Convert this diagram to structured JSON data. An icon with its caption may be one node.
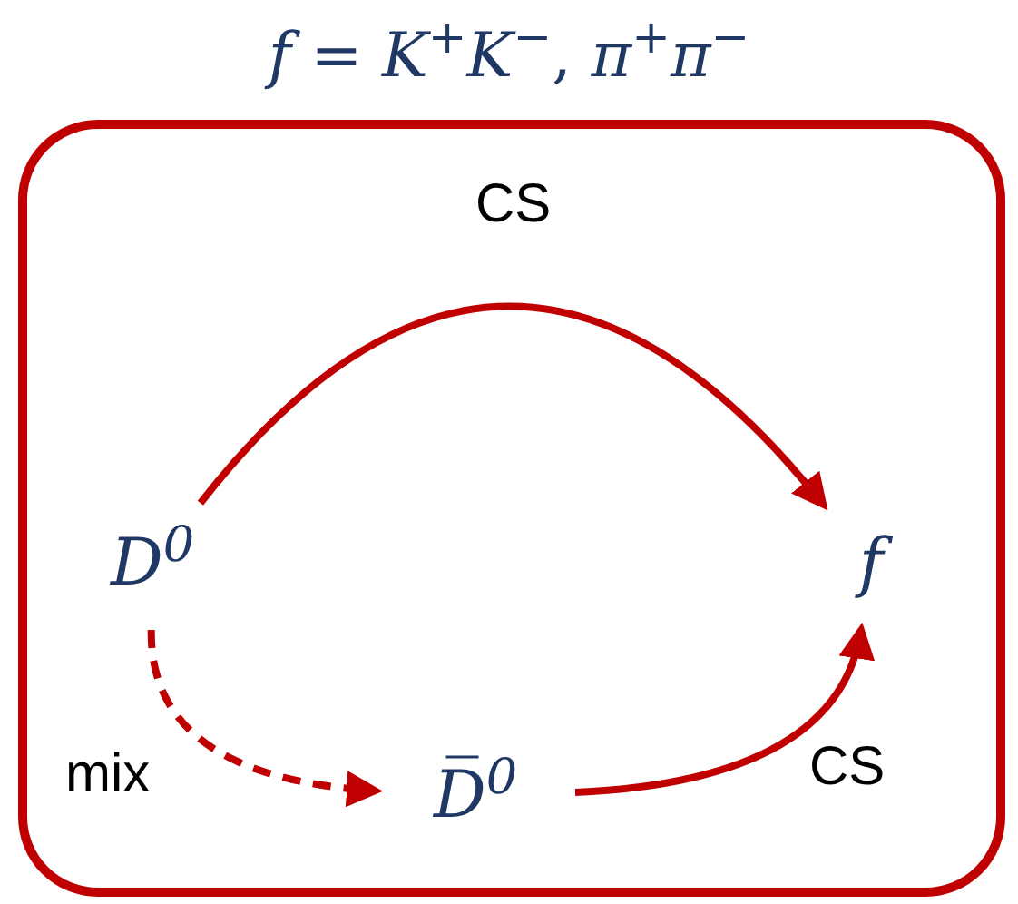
{
  "diagram": {
    "title": "*f* = *K*$^{+}$*K*$^{−}$, *π*$^{+}$*π*$^{−}$",
    "nodes": [
      {
        "text": [],
        "shape": "box"
      },
      {
        "text": [
          "D$^{0}$"
        ],
        "in": 0
      },
      {
        "text": [
          "f"
        ],
        "in": 0
      },
      {
        "text": [
          "D̅$^{0}$"
        ],
        "in": 0
      }
    ],
    "edges": [
      {
        "from": 1,
        "to": 2,
        "arrow": "to",
        "label": "CS"
      },
      {
        "from": 1,
        "to": 3,
        "arrow": "to",
        "label": "mix",
        "style": "dashed"
      },
      {
        "from": 3,
        "to": 2,
        "arrow": "to",
        "label": "CS"
      }
    ]
  }
}
